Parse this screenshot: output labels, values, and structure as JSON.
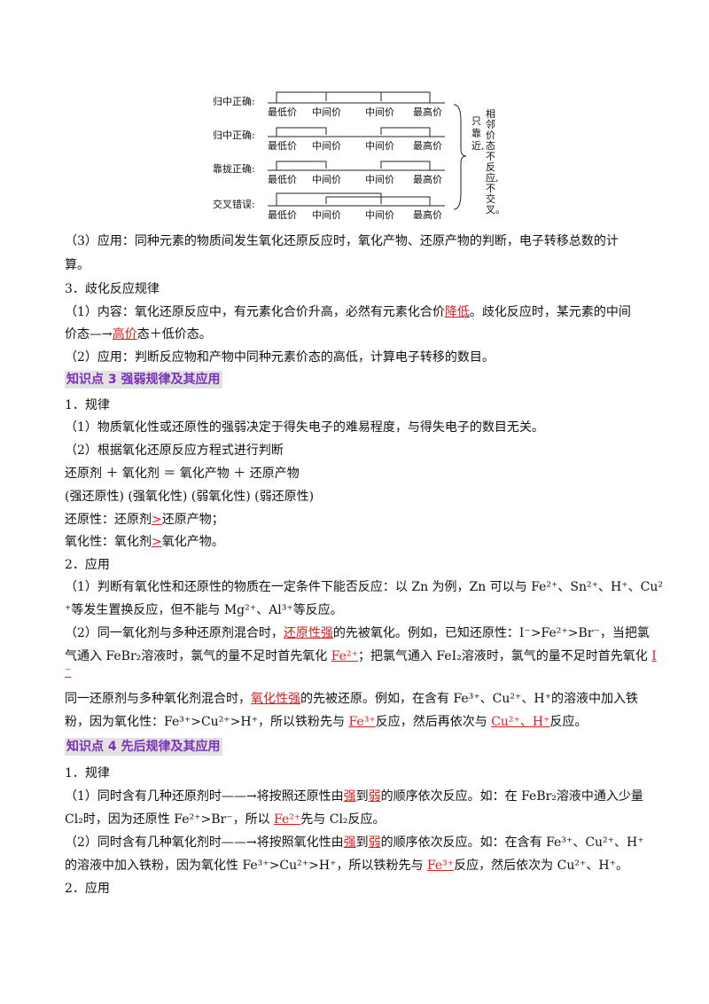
{
  "diagram": {
    "rows": [
      {
        "label": "归中正确:",
        "ticks": [
          "最低价",
          "中间价",
          "中间价",
          "最高价"
        ]
      },
      {
        "label": "归中正确:",
        "ticks": [
          "最低价",
          "中间价",
          "中间价",
          "最高价"
        ]
      },
      {
        "label": "靠拢正确:",
        "ticks": [
          "最低价",
          "中间价",
          "中间价",
          "最高价"
        ]
      },
      {
        "label": "交叉错误:",
        "ticks": [
          "最低价",
          "中间价",
          "中间价",
          "最高价"
        ]
      }
    ],
    "side_note": [
      "只",
      "靠",
      "近,",
      "相",
      "邻",
      "价",
      "态",
      "不",
      "反",
      "应,",
      "不",
      "交",
      "叉。"
    ]
  },
  "text": {
    "l1a": "（3）应用：同种元素的物质间发生氧化还原反应时，氧化产物、还原产物的判断，电子转移总数的计",
    "l1b": "算。",
    "l2": "3．歧化反应规律",
    "l3a_1": "（1）内容：氧化还原反应中，有元素化合价升高，必然有元素化合价",
    "l3a_red": "降低",
    "l3a_2": "。歧化反应时，某元素的中间",
    "l3b_1": "价态—→",
    "l3b_red": "高价",
    "l3b_2": "态＋低价态。",
    "l4": "（2）应用：判断反应物和产物中同种元素价态的高低，计算电子转移的数目。",
    "h3": "知识点 3  强弱规律及其应用",
    "l5": "1．规律",
    "l6": "（1）物质氧化性或还原性的强弱决定于得失电子的难易程度，与得失电子的数目无关。",
    "l7": "（2）根据氧化还原反应方程式进行判断",
    "l8": "还原剂   ＋    氧化剂   ＝   氧化产物    ＋    还原产物",
    "l9": "(强还原性)   (强氧化性)   (弱氧化性)       (弱还原性)",
    "l10_1": "还原性：还原剂",
    "l10_red": ">",
    "l10_2": "还原产物；",
    "l11_1": "氧化性：氧化剂",
    "l11_red": ">",
    "l11_2": "氧化产物。",
    "l12": "2．应用",
    "l13a": "（1）判断有氧化性和还原性的物质在一定条件下能否反应：以 Zn 为例，Zn 可以与 Fe²⁺、Sn²⁺、H⁺、Cu²",
    "l13b": "⁺等发生置换反应，但不能与 Mg²⁺、Al³⁺等反应。",
    "l14a_1": "（2）同一氧化剂与多种还原剂混合时，",
    "l14a_red": "还原性强",
    "l14a_2": "的先被氧化。例如，已知还原性：I⁻>Fe²⁺>Br⁻，当把氯",
    "l14b_1": "气通入 FeBr₂溶液时，氯气的量不足时首先氧化 ",
    "l14b_red1": "Fe²⁺",
    "l14b_2": "；把氯气通入 FeI₂溶液时，氯气的量不足时首先氧化 ",
    "l14b_red2": "I",
    "l14c_red": "⁻",
    "l15a_1": "同一还原剂与多种氧化剂混合时，",
    "l15a_red": "氧化性强",
    "l15a_2": "的先被还原。例如，在含有 Fe³⁺、Cu²⁺、H⁺的溶液中加入铁",
    "l15b_1": "粉，因为氧化性：Fe³⁺>Cu²⁺>H⁺，所以铁粉先与 ",
    "l15b_red1": "Fe³⁺",
    "l15b_2": "反应，然后再依次与 ",
    "l15b_red2": "Cu²⁺、H⁺",
    "l15b_3": "反应。",
    "h4": "知识点 4  先后规律及其应用",
    "l16": "1．规律",
    "l17a_1": "（1）同时含有几种还原剂时——→将按照还原性由",
    "l17a_red1": "强",
    "l17a_2": "到",
    "l17a_red2": "弱",
    "l17a_3": "的顺序依次反应。如：在 FeBr₂溶液中通入少量",
    "l17b_1": "Cl₂时，因为还原性 Fe²⁺>Br⁻，所以 ",
    "l17b_red": "Fe²⁺",
    "l17b_2": "先与 Cl₂反应。",
    "l18a_1": "（2）同时含有几种氧化剂时——→将按照氧化性由",
    "l18a_red1": "强",
    "l18a_2": "到",
    "l18a_red2": "弱",
    "l18a_3": "的顺序依次反应。如：在含有 Fe³⁺、Cu²⁺、H⁺",
    "l18b_1": "的溶液中加入铁粉，因为氧化性 Fe³⁺>Cu²⁺>H⁺，所以铁粉先与 ",
    "l18b_red": "Fe³⁺",
    "l18b_2": "反应，然后依次为 Cu²⁺、H⁺。",
    "l19": "2．应用"
  },
  "colors": {
    "accent_red": "#d81e1e",
    "heading_purple": "#7a2fb8",
    "heading_bg": "#e2e2e2"
  }
}
